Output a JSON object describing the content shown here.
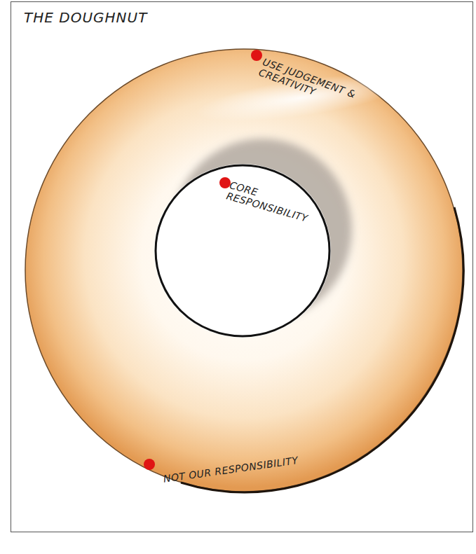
{
  "diagram": {
    "title": "THE DOUGHNUT",
    "nodes": [
      {
        "text": [
          "USE JUDGEMENT & CREATIVITY"
        ]
      },
      {
        "text": [
          "CORE RESPONSIBILITY"
        ],
        "in": 0
      }
    ],
    "labels": [
      "NOT OUR RESPONSIBILITY"
    ]
  }
}
